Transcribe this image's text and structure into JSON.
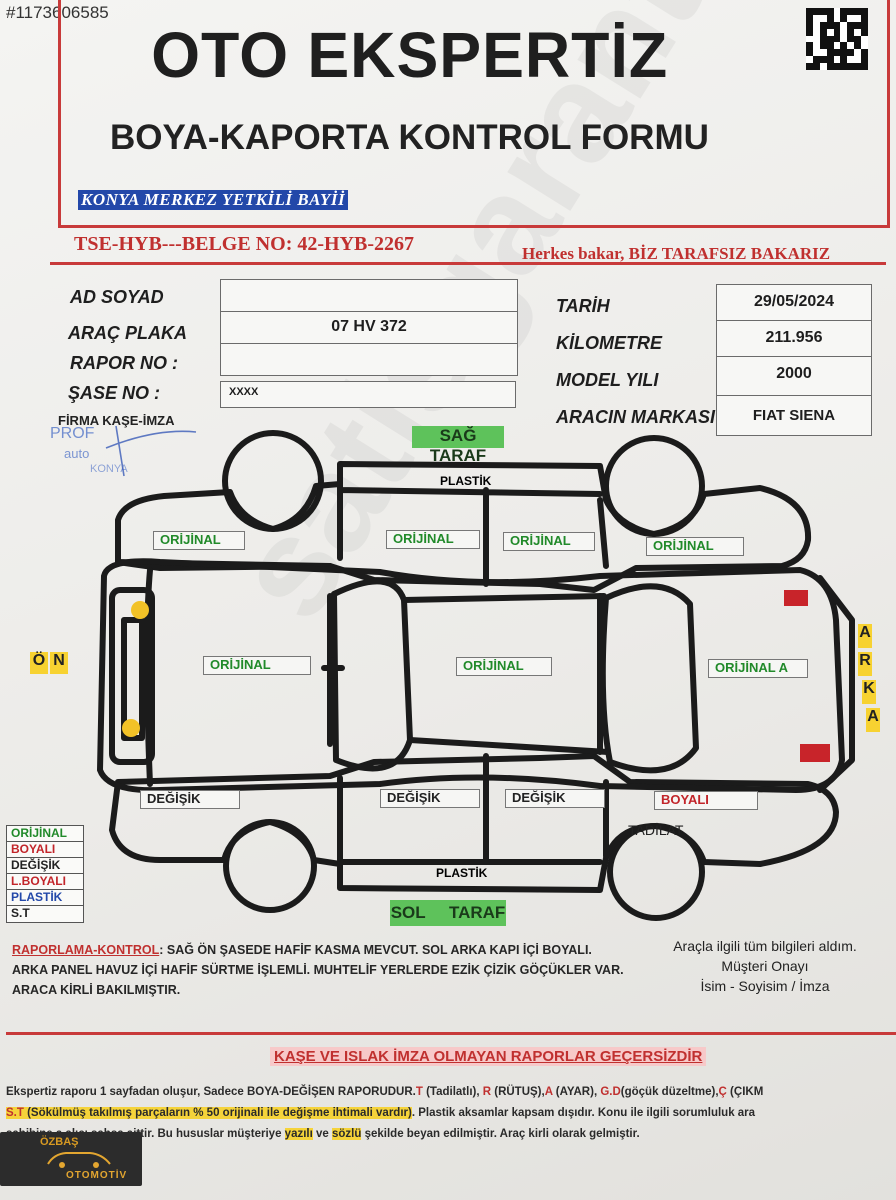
{
  "listing_id": "#1173606585",
  "header": {
    "title": "OTO EKSPERTİZ",
    "subtitle": "BOYA-KAPORTA KONTROL FORMU",
    "dealer": "KONYA MERKEZ YETKİLİ BAYİİ",
    "certificate": "TSE-HYB---BELGE NO: 42-HYB-2267",
    "slogan": "Herkes bakar, BİZ TARAFSIZ BAKARIZ"
  },
  "customer": {
    "name_label": "AD SOYAD",
    "plate_label": "ARAÇ PLAKA",
    "plate_value": "07 HV 372",
    "report_label": "RAPOR NO  :",
    "chassis_label": "ŞASE   NO  :",
    "chassis_value": "XXXX",
    "stamp_label": "FİRMA KAŞE-İMZA"
  },
  "vehicle": {
    "date_label": "TARİH",
    "date_value": "29/05/2024",
    "km_label": "KİLOMETRE",
    "km_value": "211.956",
    "year_label": "MODEL YILI",
    "year_value": "2000",
    "brand_label": "ARACIN MARKASI",
    "brand_value": "FIAT SIENA"
  },
  "diagram": {
    "right_side": "SAĞ TARAF",
    "left_side": "SOL     TARAF",
    "front": [
      "Ö",
      "N"
    ],
    "rear": [
      "A",
      "R",
      "K",
      "A"
    ],
    "parts": {
      "top_plastic": "PLASTİK",
      "bottom_plastic": "PLASTİK",
      "right_front_fender": "ORİJİNAL",
      "right_front_door": "ORİJİNAL",
      "right_rear_door": "ORİJİNAL",
      "right_rear_fender": "ORİJİNAL",
      "hood": "ORİJİNAL",
      "roof": "ORİJİNAL",
      "trunk": "ORİJİNAL A",
      "left_front_fender": "DEĞİŞİK",
      "left_front_door": "DEĞİŞİK",
      "left_rear_door": "DEĞİŞİK",
      "left_rear_fender": "BOYALI",
      "left_rear_note": "TADİLAT"
    }
  },
  "legend": [
    "ORİJİNAL",
    "BOYALI",
    "DEĞİŞİK",
    "L.BOYALI",
    "PLASTİK",
    "S.T"
  ],
  "report": {
    "label": "RAPORLAMA-KONTROL",
    "line1": ": SAĞ ÖN ŞASEDE HAFİF KASMA MEVCUT. SOL ARKA KAPI İÇİ BOYALI.",
    "line2": "ARKA PANEL HAVUZ İÇİ HAFİF SÜRTME İŞLEMLİ. MUHTELİF YERLERDE EZİK ÇİZİK GÖÇÜKLER VAR.",
    "line3": "ARACA KİRLİ BAKILMIŞTIR."
  },
  "consent": [
    "Araçla ilgili tüm bilgileri aldım.",
    "Müşteri Onayı",
    "İsim - Soyisim / İmza"
  ],
  "warning": "KAŞE VE ISLAK  İMZA OLMAYAN RAPORLAR GEÇERSİZDİR",
  "fine_print": {
    "l1a": "Ekspertiz raporu 1 sayfadan oluşur, Sadece BOYA-DEĞİŞEN RAPORUDUR.",
    "l1b": "T",
    "l1c": " (Tadilatlı), ",
    "l1d": "R",
    "l1e": " (RÜTUŞ),",
    "l1f": "A",
    "l1g": " (AYAR), ",
    "l1h": "G.D",
    "l1i": "(göçük düzeltme),",
    "l1j": "Ç",
    "l1k": " (ÇIKM",
    "l2a": "S.T",
    "l2b": " (Sökülmüş takılmış parçaların % 50 orijinali ile değişme ihtimali vardır)",
    "l2c": ". Plastik aksamlar kapsam dışıdır. Konu ile ilgili sorumluluk ara",
    "l3a": "sahibine    a alıcı şahsa aittir. Bu hususlar müşteriye ",
    "l3b": "yazılı",
    "l3c": " ve ",
    "l3d": "sözlü",
    "l3e": " şekilde beyan edilmiştir. Araç kirli olarak gelmiştir."
  },
  "logo": {
    "top": "ÖZBAŞ",
    "bottom": "OTOMOTİV"
  },
  "watermark": "satisgaranti",
  "colors": {
    "red": "#c0302f",
    "green": "#218a2a",
    "yellow": "#f7d231",
    "blue": "#2348a9"
  }
}
